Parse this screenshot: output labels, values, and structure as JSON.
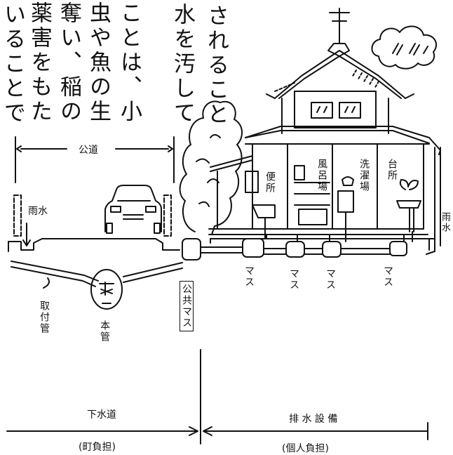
{
  "text_columns": [
    "されること",
    "水を汚して",
    "ことは、小",
    "虫や魚の生",
    "奪い、稲の",
    "薬害をもた",
    "いることで"
  ],
  "labels": {
    "road": "公道",
    "rain_left": "雨水",
    "rain_right": "雨水",
    "toilet": "便所",
    "bath": "風呂場",
    "laundry": "洗濯場",
    "kitchen": "台所",
    "public_masu": "公共マス",
    "masu": [
      "マス",
      "マス",
      "マス",
      "マス"
    ],
    "branch_pipe": "取付管",
    "main_pipe": "本管",
    "sewer": "下水道",
    "sewer_burden": "(町負担)",
    "drainage": "排 水 設 備",
    "drainage_burden": "(個人負担)"
  }
}
